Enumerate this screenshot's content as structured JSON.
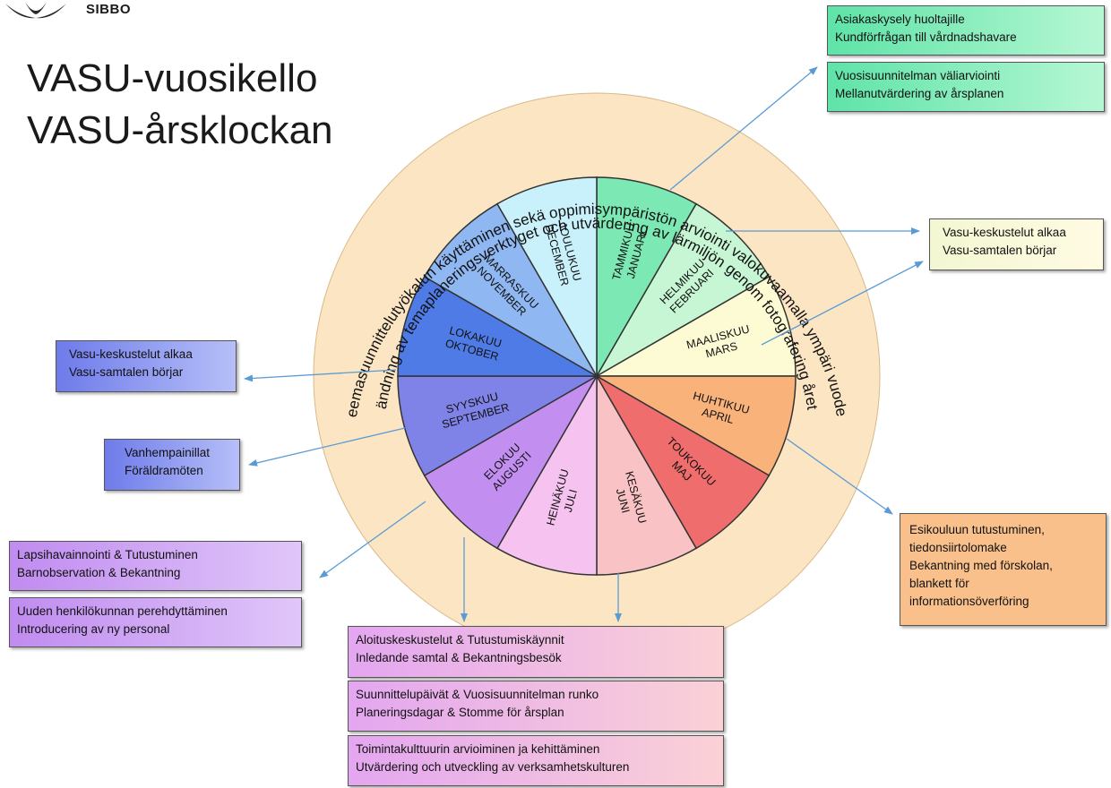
{
  "logo": {
    "text": "SIBBO"
  },
  "title": {
    "line1": "VASU-vuosikello",
    "line2": "VASU-årsklockan"
  },
  "ring_text": {
    "outer": "Teemasuunnittelutyökalun käyttäminen sekä oppimisympäristön arviointi valokuvaamalla ympäri vuoden",
    "inner": "Användning av temaplaneringsverktyget och utvärdering av lärmiljön genom fotografering året om"
  },
  "months": [
    {
      "fi": "TAMMIKUU",
      "sv": "JANUARI",
      "color": "#7ce8b4"
    },
    {
      "fi": "HELMIKUU",
      "sv": "FEBRUARI",
      "color": "#c6f6d3"
    },
    {
      "fi": "MAALISKUU",
      "sv": "MARS",
      "color": "#fdfbd4"
    },
    {
      "fi": "HUHTIKUU",
      "sv": "APRIL",
      "color": "#f8b27a"
    },
    {
      "fi": "TOUKOKUU",
      "sv": "MAJ",
      "color": "#f06d6d"
    },
    {
      "fi": "KESÄKUU",
      "sv": "JUNI",
      "color": "#f9c3c6"
    },
    {
      "fi": "HEINÄKUU",
      "sv": "JULI",
      "color": "#f6c2f0"
    },
    {
      "fi": "ELOKUU",
      "sv": "AUGUSTI",
      "color": "#c28ff0"
    },
    {
      "fi": "SYYSKUU",
      "sv": "SEPTEMBER",
      "color": "#7f82e6"
    },
    {
      "fi": "LOKAKUU",
      "sv": "OKTOBER",
      "color": "#4f7be6"
    },
    {
      "fi": "MARRASKUU",
      "sv": "NOVEMBER",
      "color": "#8fb7f2"
    },
    {
      "fi": "JOULUKUU",
      "sv": "DECEMBER",
      "color": "#c9f1fb"
    }
  ],
  "boxes": {
    "survey": {
      "fi": "Asiakaskysely huoltajille",
      "sv": "Kundförfrågan till vårdnadshavare"
    },
    "midterm": {
      "fi": "Vuosisuunnitelman väliarviointi",
      "sv": "Mellanutvärdering av årsplanen"
    },
    "vasu_feb": {
      "fi": "Vasu-keskustelut alkaa",
      "sv": "Vasu-samtalen börjar"
    },
    "vasu_oct": {
      "fi": "Vasu-keskustelut alkaa",
      "sv": "Vasu-samtalen börjar"
    },
    "parents": {
      "fi": "Vanhempainillat",
      "sv": "Föräldramöten"
    },
    "observation": {
      "fi": "Lapsihavainnointi & Tutustuminen",
      "sv": "Barnobservation & Bekantning"
    },
    "new_staff": {
      "fi": "Uuden henkilökunnan perehdyttäminen",
      "sv": "Introducering av ny personal"
    },
    "intro_talks": {
      "fi": "Aloituskeskustelut & Tutustumiskäynnit",
      "sv": "Inledande samtal & Bekantningsbesök"
    },
    "planning": {
      "fi": "Suunnittelupäivät & Vuosisuunnitelman runko",
      "sv": "Planeringsdagar & Stomme för årsplan"
    },
    "culture": {
      "fi": "Toimintakulttuurin arvioiminen ja kehittäminen",
      "sv": "Utvärdering och utveckling av verksamhetskulturen"
    },
    "preschool": {
      "line1": "Esikouluun tutustuminen,",
      "line2": "tiedonsiirtolomake",
      "line3": "Bekantning med förskolan,",
      "line4": "blankett för",
      "line5": "informationsöverföring"
    }
  }
}
